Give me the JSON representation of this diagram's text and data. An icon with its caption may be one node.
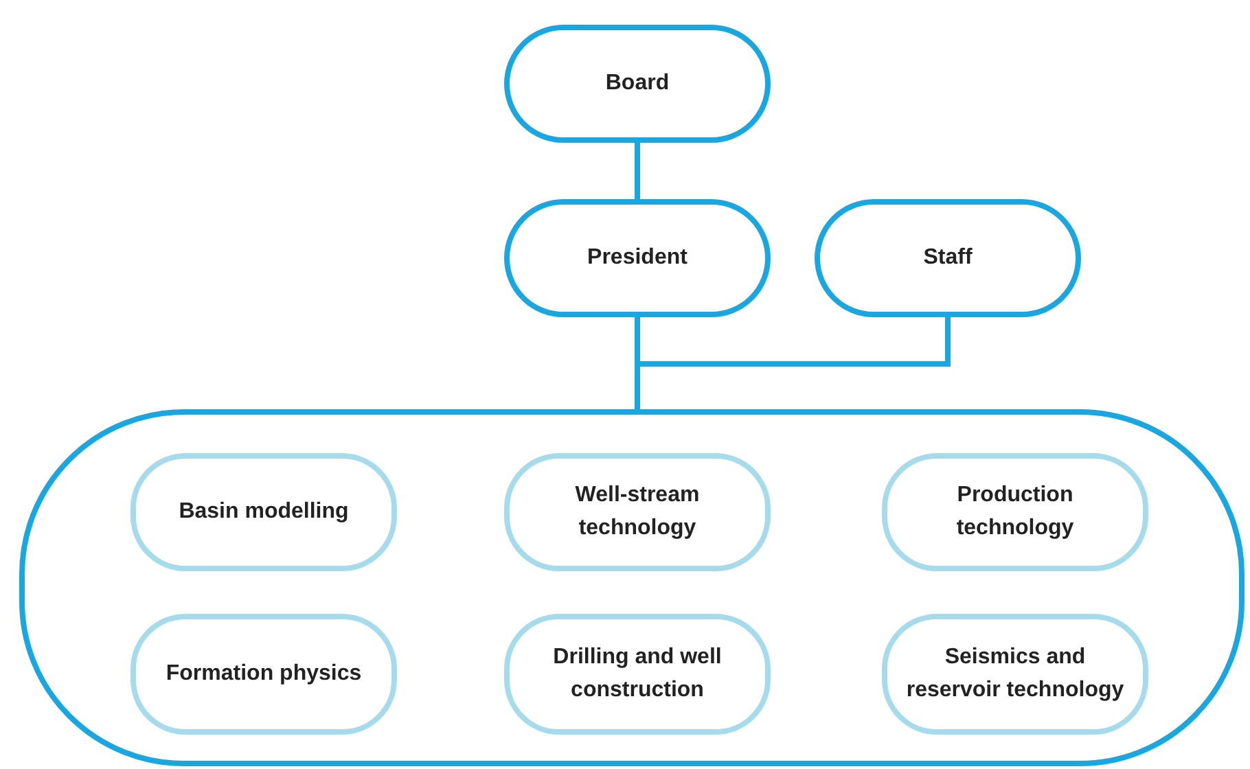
{
  "diagram": {
    "nodes": [
      {
        "text": [
          "Board"
        ]
      },
      {
        "text": [
          "President"
        ]
      },
      {
        "text": [
          "Staff"
        ]
      },
      {
        "text": [],
        "shape": "box"
      },
      {
        "text": [
          "Basin modelling"
        ],
        "in": 3
      },
      {
        "text": [
          "Well-stream technology"
        ],
        "in": 3
      },
      {
        "text": [
          "Production technology"
        ],
        "in": 3
      },
      {
        "text": [
          "Formation physics"
        ],
        "in": 3
      },
      {
        "text": [
          "Drilling and well construction"
        ],
        "in": 3
      },
      {
        "text": [
          "Seismics and reservoir technology"
        ],
        "in": 3
      }
    ],
    "edges": [
      {
        "from": 0,
        "to": 1,
        "arrow": "none"
      },
      {
        "from": 1,
        "to": 3,
        "arrow": "none"
      },
      {
        "from": 2,
        "to": 3,
        "arrow": "none"
      }
    ]
  }
}
